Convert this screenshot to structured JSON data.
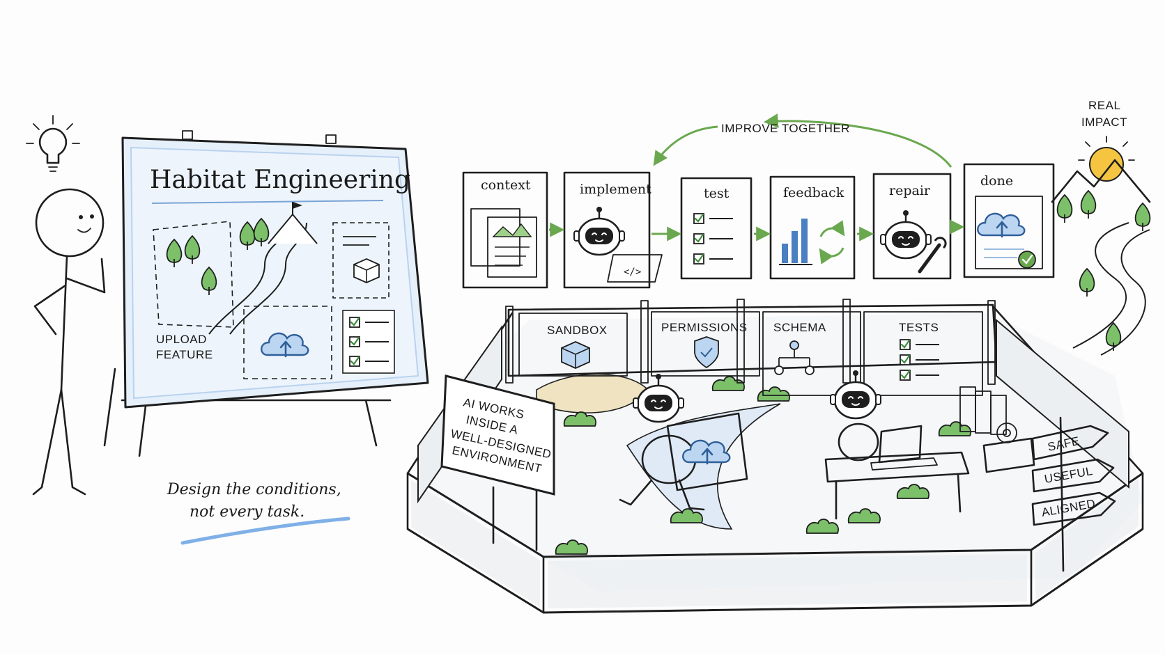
{
  "board": {
    "title": "Habitat Engineering",
    "upload_label_1": "UPLOAD",
    "upload_label_2": "FEATURE"
  },
  "tagline": {
    "line1": "Design the conditions,",
    "line2": "not every task."
  },
  "loop": {
    "improve_label": "IMPROVE TOGETHER",
    "steps": [
      "context",
      "implement",
      "test",
      "feedback",
      "repair",
      "done"
    ]
  },
  "impact": {
    "line1": "REAL",
    "line2": "IMPACT"
  },
  "environment": {
    "panels": [
      "SANDBOX",
      "PERMISSIONS",
      "SCHEMA",
      "TESTS"
    ],
    "sign_lines": [
      "AI WORKS",
      "INSIDE A",
      "WELL-DESIGNED",
      "ENVIRONMENT"
    ],
    "signposts": [
      "SAFE",
      "USEFUL",
      "ALIGNED"
    ]
  },
  "colors": {
    "ink": "#1e1e1e",
    "board_blue": "#e6f0fb",
    "accent_blue": "#4a7fc1",
    "green": "#6aa84f",
    "sun": "#f5c542",
    "sand": "#efe3c2"
  }
}
